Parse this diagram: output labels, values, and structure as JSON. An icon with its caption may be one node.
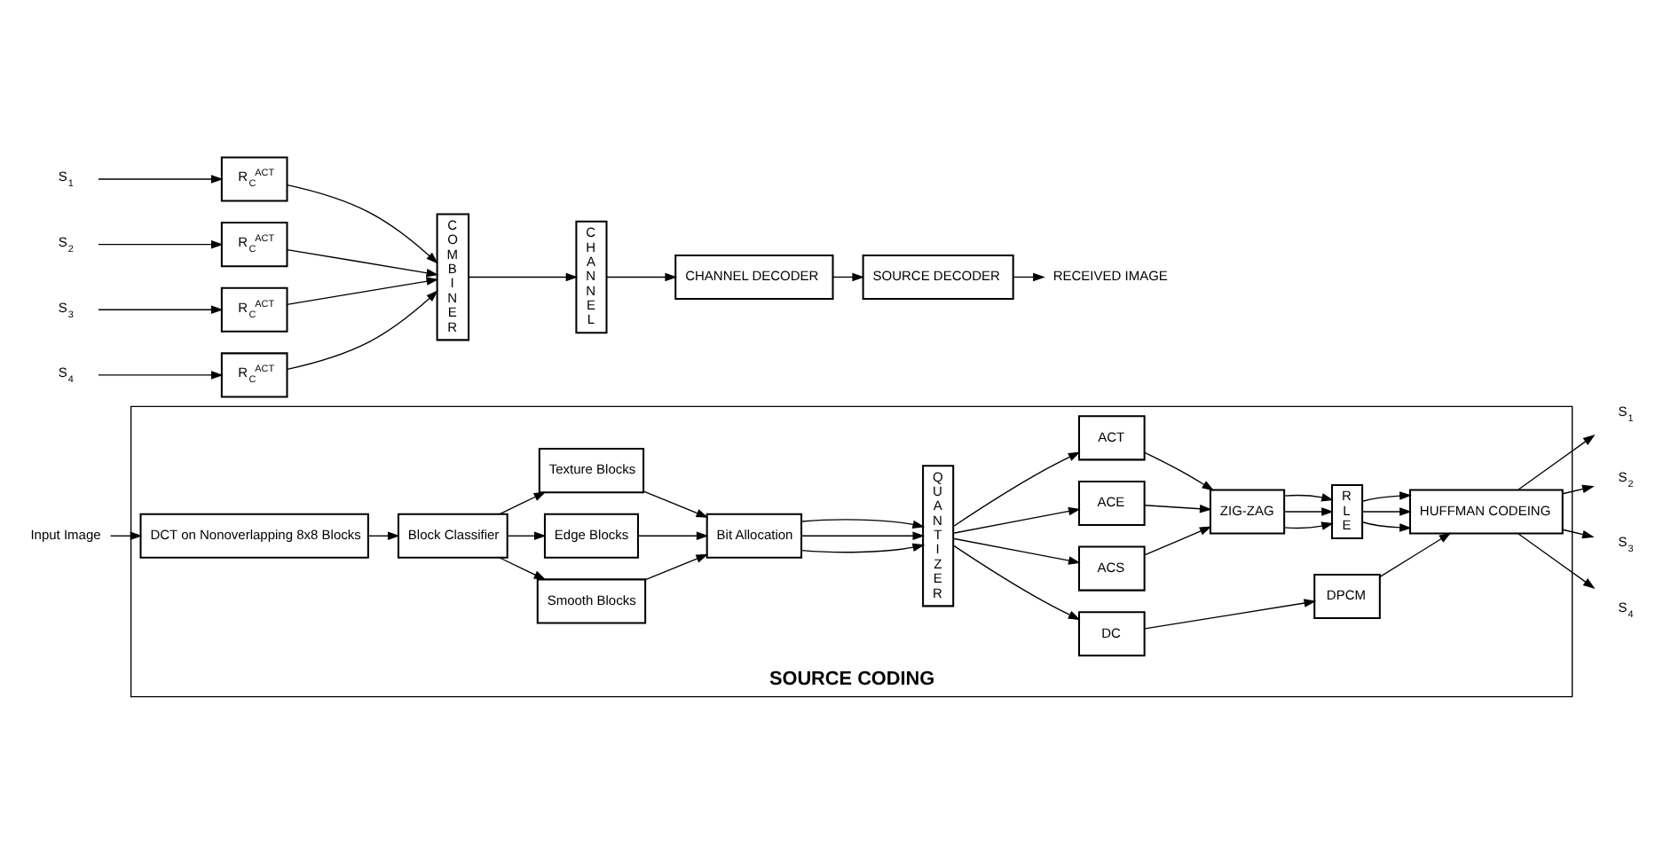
{
  "diagram": {
    "nodes": [
      {
        "text": [
          "SOURCE CODING"
        ]
      },
      {
        "text": [
          "Input Image"
        ]
      },
      {
        "text": [
          "DCT on Nonoverlapping 8x8 Blocks"
        ],
        "in": 0
      },
      {
        "text": [
          "Block Classifier"
        ],
        "in": 0
      },
      {
        "text": [
          "Smooth Blocks"
        ],
        "in": 0
      },
      {
        "text": [
          "Edge Blocks"
        ],
        "in": 0
      },
      {
        "text": [
          "Texture Blocks"
        ],
        "in": 0
      },
      {
        "text": [
          "Bit Allocation"
        ],
        "in": 0
      },
      {
        "text": [
          "QUANTIZER"
        ],
        "in": 0
      },
      {
        "text": [
          "DC"
        ],
        "in": 0
      },
      {
        "text": [
          "DPCM"
        ],
        "in": 0
      },
      {
        "text": [
          "ACS"
        ],
        "in": 0
      },
      {
        "text": [
          "ACE"
        ],
        "in": 0
      },
      {
        "text": [
          "ACT"
        ],
        "in": 0
      },
      {
        "text": [
          "ZIG-ZAG"
        ],
        "in": 0
      },
      {
        "text": [
          "RLE"
        ],
        "in": 0
      },
      {
        "text": [
          "HUFFMAN CODEING"
        ],
        "in": 0
      },
      {
        "text": [
          "S$_{1}$"
        ]
      },
      {
        "text": [
          "S$_{2}$"
        ]
      },
      {
        "text": [
          "S$_{3}$"
        ]
      },
      {
        "text": [
          "S$_{4}$"
        ]
      },
      {
        "text": [
          "S$_{1}$"
        ]
      },
      {
        "text": [
          "S$_{2}$"
        ]
      },
      {
        "text": [
          "S$_{3}$"
        ]
      },
      {
        "text": [
          "S$_{4}$"
        ]
      },
      {
        "text": [
          "R$_{C}$$^{ACT}$"
        ]
      },
      {
        "text": [
          "R$_{C}$$^{ACT}$"
        ]
      },
      {
        "text": [
          "R$_{C}$$^{ACT}$"
        ]
      },
      {
        "text": [
          "R$_{C}$$^{ACT}$"
        ]
      },
      {
        "text": [
          "COMBINER"
        ]
      },
      {
        "text": [
          "CHANNEL"
        ]
      },
      {
        "text": [
          "CHANNEL DECODER"
        ]
      },
      {
        "text": [
          "SOURCE DECODER"
        ]
      },
      {
        "text": [
          "RECEIVED IMAGE"
        ]
      }
    ],
    "edges": [
      {
        "from": 1,
        "to": 2,
        "arrow": "to"
      },
      {
        "from": 2,
        "to": 3,
        "arrow": "to"
      },
      {
        "from": 3,
        "to": 4,
        "arrow": "to"
      },
      {
        "from": 3,
        "to": 5,
        "arrow": "to"
      },
      {
        "from": 3,
        "to": 6,
        "arrow": "to"
      },
      {
        "from": 4,
        "to": 7,
        "arrow": "to"
      },
      {
        "from": 5,
        "to": 7,
        "arrow": "to"
      },
      {
        "from": 6,
        "to": 7,
        "arrow": "to"
      },
      {
        "from": 7,
        "to": 8,
        "arrow": "to"
      },
      {
        "from": 7,
        "to": 8,
        "arrow": "to"
      },
      {
        "from": 7,
        "to": 8,
        "arrow": "to"
      },
      {
        "from": 8,
        "to": 9,
        "arrow": "to"
      },
      {
        "from": 8,
        "to": 11,
        "arrow": "to"
      },
      {
        "from": 8,
        "to": 12,
        "arrow": "to"
      },
      {
        "from": 8,
        "to": 13,
        "arrow": "to"
      },
      {
        "from": 9,
        "to": 10,
        "arrow": "to"
      },
      {
        "from": 10,
        "to": 16,
        "arrow": "to"
      },
      {
        "from": 11,
        "to": 14,
        "arrow": "to"
      },
      {
        "from": 12,
        "to": 14,
        "arrow": "to"
      },
      {
        "from": 13,
        "to": 14,
        "arrow": "to"
      },
      {
        "from": 14,
        "to": 15,
        "arrow": "to"
      },
      {
        "from": 14,
        "to": 15,
        "arrow": "to"
      },
      {
        "from": 14,
        "to": 15,
        "arrow": "to"
      },
      {
        "from": 15,
        "to": 16,
        "arrow": "to"
      },
      {
        "from": 15,
        "to": 16,
        "arrow": "to"
      },
      {
        "from": 15,
        "to": 16,
        "arrow": "to"
      },
      {
        "from": 16,
        "to": 17,
        "arrow": "to"
      },
      {
        "from": 16,
        "to": 18,
        "arrow": "to"
      },
      {
        "from": 16,
        "to": 19,
        "arrow": "to"
      },
      {
        "from": 16,
        "to": 20,
        "arrow": "to"
      },
      {
        "from": 21,
        "to": 25,
        "arrow": "to"
      },
      {
        "from": 22,
        "to": 26,
        "arrow": "to"
      },
      {
        "from": 23,
        "to": 27,
        "arrow": "to"
      },
      {
        "from": 24,
        "to": 28,
        "arrow": "to"
      },
      {
        "from": 25,
        "to": 29,
        "arrow": "to"
      },
      {
        "from": 26,
        "to": 29,
        "arrow": "to"
      },
      {
        "from": 27,
        "to": 29,
        "arrow": "to"
      },
      {
        "from": 28,
        "to": 29,
        "arrow": "to"
      },
      {
        "from": 29,
        "to": 30,
        "arrow": "to"
      },
      {
        "from": 30,
        "to": 31,
        "arrow": "to"
      },
      {
        "from": 31,
        "to": 32,
        "arrow": "to"
      },
      {
        "from": 32,
        "to": 33,
        "arrow": "to"
      }
    ]
  }
}
